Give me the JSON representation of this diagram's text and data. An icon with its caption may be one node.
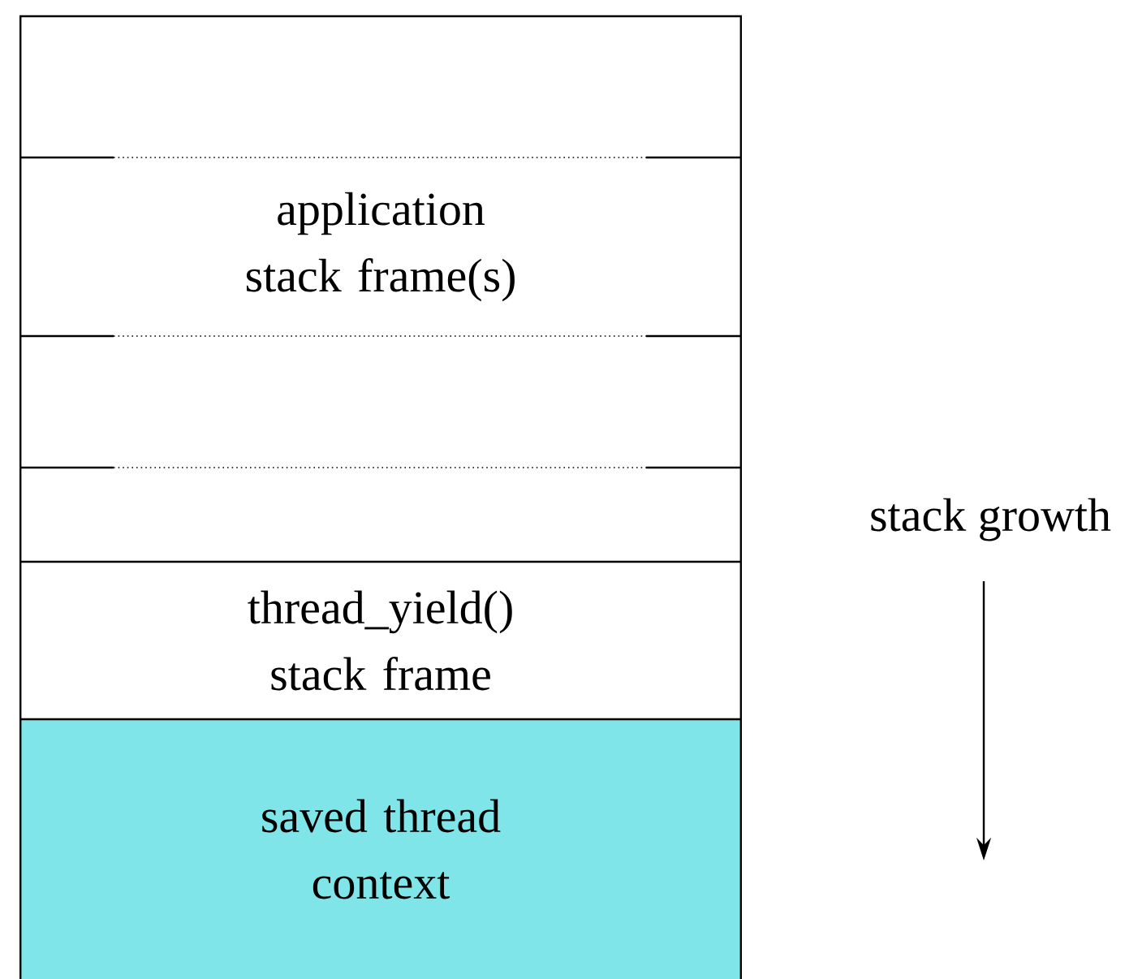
{
  "diagram": {
    "nodes": [
      {
        "text": [],
        "shape": "box"
      },
      {
        "text": [
          "application stack frame(s)"
        ]
      },
      {
        "text": [],
        "shape": "box"
      },
      {
        "text": [],
        "shape": "box"
      },
      {
        "text": [
          "thread_yield() stack frame"
        ]
      },
      {
        "text": [
          "saved thread context"
        ]
      }
    ],
    "labels": [
      "stack growth"
    ]
  }
}
